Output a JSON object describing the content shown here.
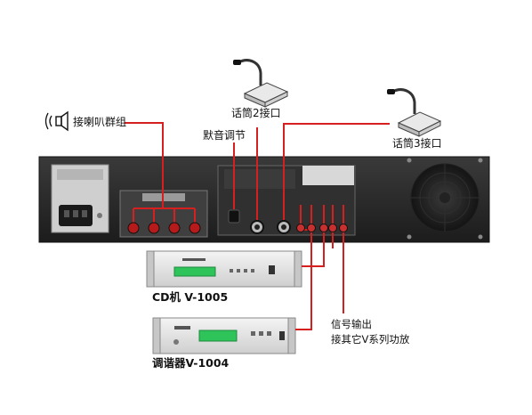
{
  "labels": {
    "speaker_groups": "接喇叭群组",
    "mute_adjust": "默音调节",
    "mic2": "话筒2接口",
    "mic3": "话筒3接口",
    "cd_player": "CD机 V-1005",
    "tuner": "调谐器V-1004",
    "signal_out_line1": "信号输出",
    "signal_out_line2": "接其它V系列功放"
  },
  "colors": {
    "wire": "#d62020",
    "panel": "#2a2a2a",
    "unit_body": "#e6e6e6",
    "display": "#2fc45a"
  },
  "icons": {
    "speaker": "speaker-icon",
    "microphone": "gooseneck-microphone-icon"
  }
}
